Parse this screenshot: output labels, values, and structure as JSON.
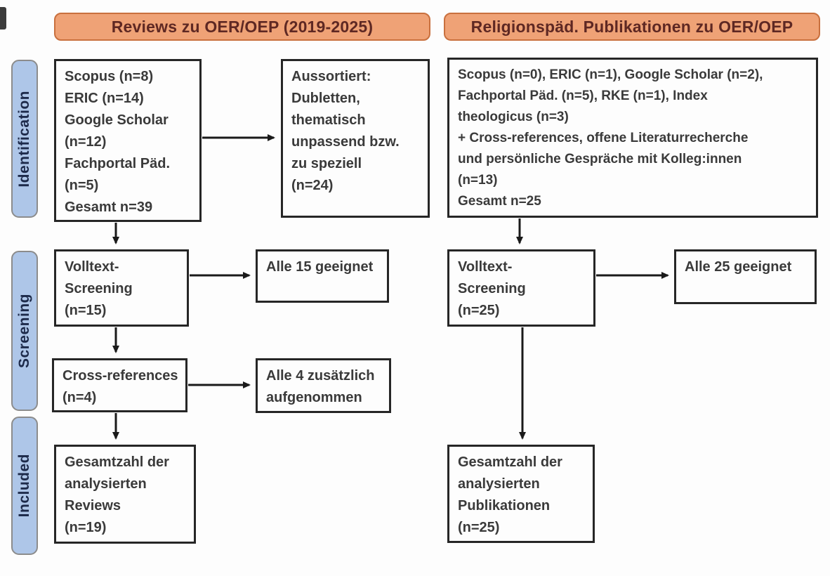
{
  "diagram_title": "PRISMA-style literature flow diagram",
  "headers": {
    "left": "Reviews zu OER/OEP (2019-2025)",
    "right": "Religionspäd. Publikationen zu OER/OEP"
  },
  "stages": {
    "identification": "Identification",
    "screening": "Screening",
    "included": "Included"
  },
  "boxes": {
    "left_sources": "Scopus (n=8)\nERIC (n=14)\nGoogle Scholar\n(n=12)\nFachportal Päd.\n(n=5)\nGesamt n=39",
    "left_excluded": "Aussortiert:\nDubletten,\nthematisch\nunpassend bzw.\nzu speziell\n(n=24)",
    "left_fulltext": "Volltext-\nScreening\n(n=15)",
    "left_fulltext_result": "Alle 15 geeignet",
    "left_crossref": "Cross-references\n(n=4)",
    "left_crossref_result": "Alle 4 zusätzlich\naufgenommen",
    "left_included": "Gesamtzahl der\nanalysierten\nReviews\n(n=19)",
    "right_sources": "Scopus (n=0), ERIC (n=1), Google Scholar (n=2),\nFachportal Päd. (n=5), RKE (n=1), Index\ntheologicus (n=3)\n+ Cross-references, offene Literaturrecherche\nund persönliche Gespräche mit Kolleg:innen\n(n=13)\nGesamt n=25",
    "right_fulltext": "Volltext-\nScreening\n(n=25)",
    "right_fulltext_result": "Alle 25 geeignet",
    "right_included": "Gesamtzahl der\nanalysierten\nPublikationen\n(n=25)"
  },
  "colors": {
    "header_fill": "#EFA276",
    "header_border": "#C9703E",
    "header_text": "#5E2823",
    "stage_fill": "#AEC6E8",
    "stage_border": "#8C8C8C",
    "stage_text": "#1D2A4A",
    "box_background": "#FDFDFD",
    "box_border": "#262626",
    "box_text": "#3A3A3A",
    "arrow": "#1A1A1A"
  }
}
